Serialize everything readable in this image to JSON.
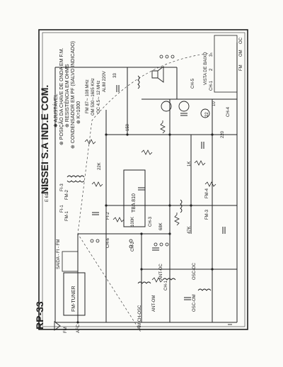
{
  "header": {
    "company": "NISSEI S.A IND.E COM.",
    "model": "RP-33",
    "stamp": "E 61 - F 81"
  },
  "legend": {
    "lines": [
      "✱ AJUSTÁVEL",
      "⊕ POSIÇÃO DA CHAVE DE ONDA EM F.M.",
      "⊕ RESISTÊNCIA EM OHMS",
      "⊕ CONDENSADOR EM PF (SALVO INDICADO)",
      "⊕ K=1000"
    ],
    "bands": [
      "FM  87∼ 108 MHz",
      "OM 530∼1605 KHz",
      "OC 4.5∼ 12 MHz",
      "ALIM 220V"
    ]
  },
  "switch_view": {
    "title": "VISTA DE BAIXO",
    "items": [
      "CH-1",
      "2",
      "3"
    ]
  },
  "band_labels": {
    "fm": "FM",
    "om": "OM",
    "oc": "OC"
  },
  "blocks": {
    "fm_tuner": "FM-TUNER",
    "ic": "TBA 810",
    "saida": "SAIDA - FI - FM"
  },
  "parts": {
    "ch1": "CH-1",
    "ch2": "CH-2",
    "ch3": "CH-3",
    "ch4": "CH-4",
    "ch5": "CH-5",
    "ch6": "CH-6",
    "fi1": "FI-1",
    "fi2": "FI-2",
    "fi3": "FI-3",
    "fm1": "FM-1",
    "fm2": "FM-2",
    "fm3": "FM-3",
    "fm4": "FM-4",
    "ant_om": "ANT-OM",
    "ant_oc": "ANT-OC",
    "osc_oc": "OSC-OC",
    "osc_om": "OSC-OM",
    "afc": "AFC",
    "fm_label": "FM",
    "am_ch_osc": "AM CH-OSC",
    "r100k": "100K",
    "r22k": "22K",
    "r47k": "47K",
    "r68k": "68K",
    "r1k": "1K",
    "c150": "150",
    "c220": "220",
    "c10": "10",
    "c33": "33",
    "c22": "22"
  }
}
